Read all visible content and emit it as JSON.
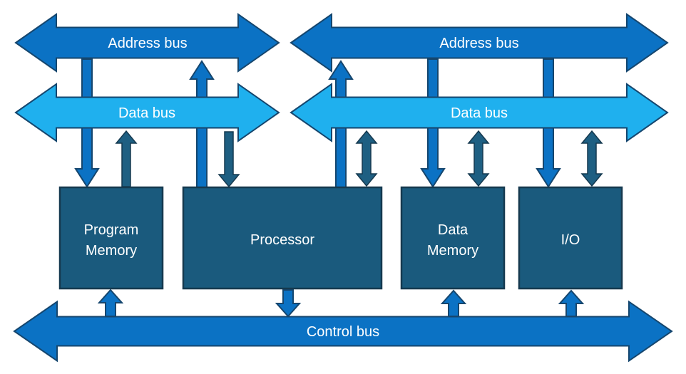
{
  "title": "Harvard architecture bus diagram",
  "colors": {
    "bus_blue": "#0b72c4",
    "data_cyan": "#1fb0ee",
    "box_teal": "#1a5a7d",
    "arrow_teal": "#1e5f82",
    "outline_blue": "#15466e",
    "outline_teal": "#15394f",
    "text_white": "#ffffff",
    "background": "#ffffff"
  },
  "buses": {
    "address_left": {
      "label": "Address bus"
    },
    "address_right": {
      "label": "Address bus"
    },
    "data_left": {
      "label": "Data bus"
    },
    "data_right": {
      "label": "Data bus"
    },
    "control": {
      "label": "Control bus"
    }
  },
  "blocks": {
    "program_memory": {
      "label": "Program Memory",
      "line1": "Program",
      "line2": "Memory"
    },
    "processor": {
      "label": "Processor"
    },
    "data_memory": {
      "label": "Data Memory",
      "line1": "Data",
      "line2": "Memory"
    },
    "io": {
      "label": "I/O"
    }
  },
  "connections": [
    {
      "from": "address-bus-left",
      "to": "program-memory",
      "direction": "down",
      "style": "blue"
    },
    {
      "from": "program-memory",
      "to": "data-bus-left",
      "direction": "up",
      "style": "teal"
    },
    {
      "from": "processor",
      "to": "address-bus-left",
      "direction": "up",
      "style": "blue"
    },
    {
      "from": "data-bus-left",
      "to": "processor",
      "direction": "down",
      "style": "teal"
    },
    {
      "from": "processor",
      "to": "address-bus-right",
      "direction": "up",
      "style": "blue"
    },
    {
      "from": "processor",
      "to": "data-bus-right",
      "direction": "both",
      "style": "teal"
    },
    {
      "from": "address-bus-right",
      "to": "data-memory",
      "direction": "down",
      "style": "blue"
    },
    {
      "from": "data-bus-right",
      "to": "data-memory",
      "direction": "both",
      "style": "teal"
    },
    {
      "from": "address-bus-right",
      "to": "io",
      "direction": "down",
      "style": "blue"
    },
    {
      "from": "data-bus-right",
      "to": "io",
      "direction": "both",
      "style": "teal"
    },
    {
      "from": "control-bus",
      "to": "program-memory",
      "direction": "up",
      "style": "blue"
    },
    {
      "from": "processor",
      "to": "control-bus",
      "direction": "down",
      "style": "blue"
    },
    {
      "from": "control-bus",
      "to": "data-memory",
      "direction": "up",
      "style": "blue"
    },
    {
      "from": "control-bus",
      "to": "io",
      "direction": "up",
      "style": "blue"
    }
  ]
}
